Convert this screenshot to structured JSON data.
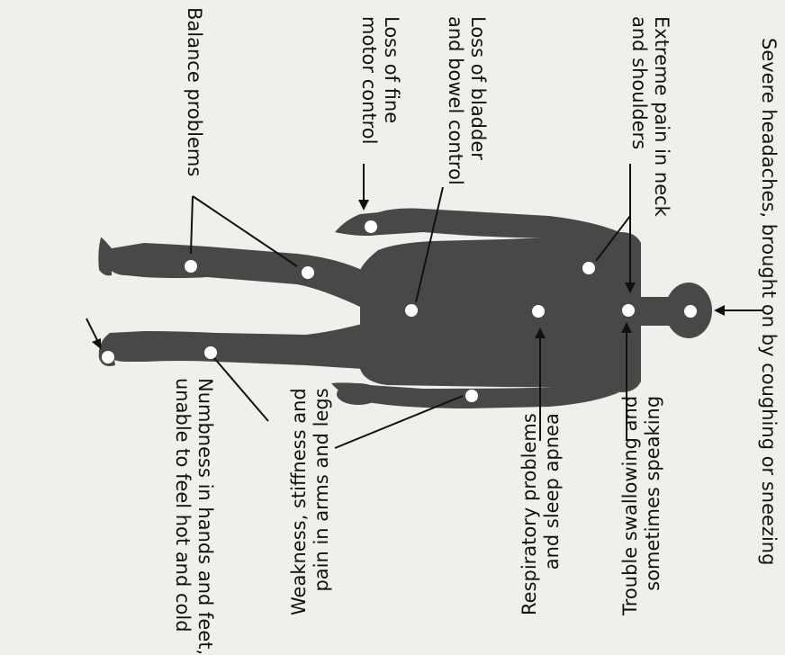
{
  "labels": {
    "headaches": "Severe headaches, brought on by coughing or sneezing",
    "neck_pain": "Extreme pain in neck\nand shoulders",
    "bladder": "Loss of bladder\nand bowel control",
    "fine_motor": "Loss of fine\nmotor control",
    "balance": "Balance problems",
    "numbness": "Numbness in hands and feet,\nunable to feel hot and cold",
    "swallowing": "Trouble swallowing and\nsometimes speaking",
    "respiratory": "Respiratory problems\nand sleep apnea",
    "weakness": "Weakness, stiffness and\npain in arms and legs"
  },
  "colors": {
    "body": "#484848",
    "marker": "#ffffff",
    "line": "#111111"
  }
}
